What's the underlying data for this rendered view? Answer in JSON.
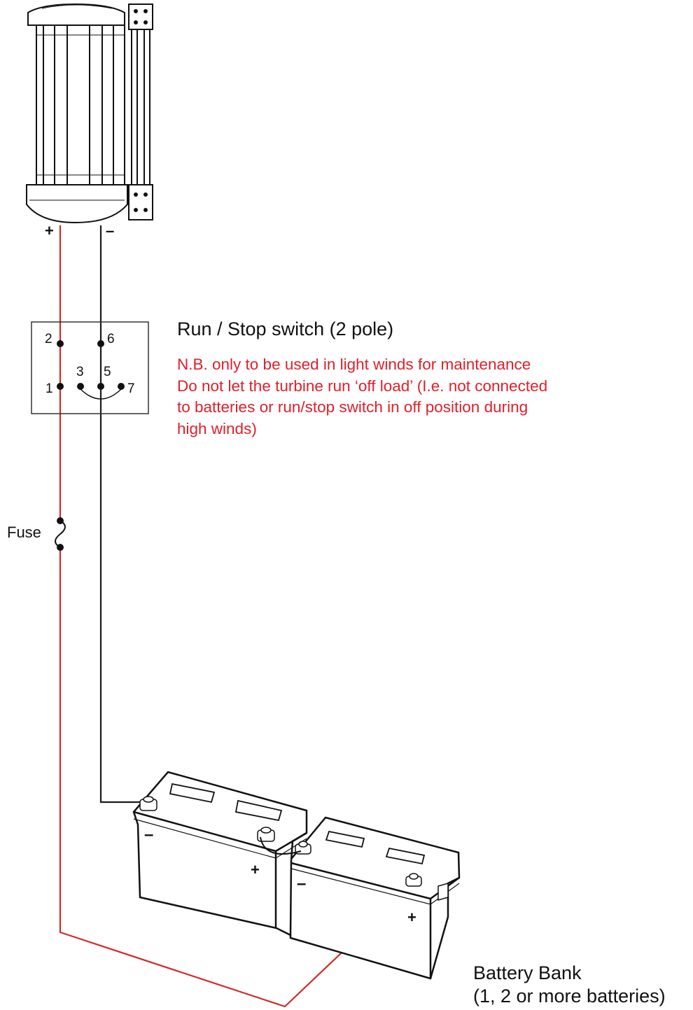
{
  "turbine": {
    "positive_terminal": "+",
    "negative_terminal": "–"
  },
  "switch": {
    "title": "Run / Stop switch (2 pole)",
    "pins": [
      "2",
      "6",
      "3",
      "5",
      "1",
      "7"
    ],
    "note_lines": [
      "N.B. only to be used in light winds for maintenance",
      "Do not let the turbine run ‘off load’ (I.e. not connected",
      "to batteries or run/stop switch in off position during",
      "high winds)"
    ]
  },
  "fuse": {
    "label": "Fuse"
  },
  "batteries": {
    "title_line1": "Battery Bank",
    "title_line2": "(1, 2 or more batteries)",
    "battery1": {
      "neg": "–",
      "pos": "+"
    },
    "battery2": {
      "neg": "–",
      "pos": "+"
    }
  },
  "colors": {
    "positive_wire": "#d42a2a",
    "negative_wire": "#1a1a1a",
    "note_text": "#e0202a"
  }
}
